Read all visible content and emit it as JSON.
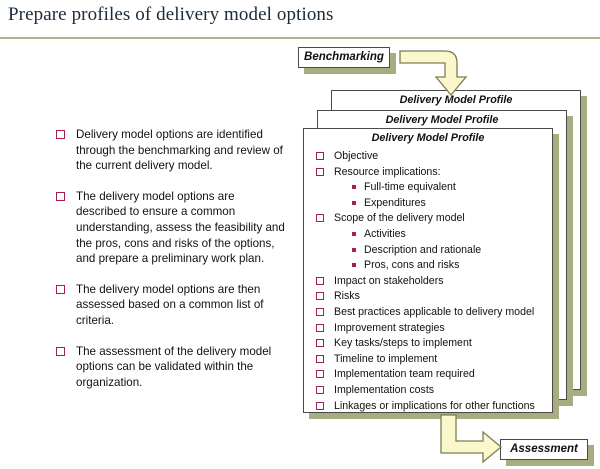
{
  "slide": {
    "title": "Prepare profiles of delivery model options"
  },
  "colors": {
    "bullet_crimson": "#a21f50",
    "shadow_olive": "#a9ac81",
    "arrow_fill": "#fbf8cd",
    "arrow_stroke": "#7d7d52",
    "rule": "#b3b38a",
    "card_border": "#4a4a4a",
    "title_text": "#1a2a3a"
  },
  "left_column": {
    "items": [
      "Delivery model options are identified through the benchmarking and review of the current delivery model.",
      "The delivery model options are described to ensure a common understanding, assess the feasibility and the pros, cons and risks of the options, and prepare a preliminary work plan.",
      "The delivery model options are then assessed based on a common list of criteria.",
      "The assessment of the delivery model options can be validated within the organization."
    ]
  },
  "diagram": {
    "benchmarking": {
      "label": "Benchmarking"
    },
    "assessment": {
      "label": "Assessment"
    },
    "profile_cards": {
      "title": "Delivery Model Profile",
      "stack_count": 3
    },
    "profile_items": [
      {
        "text": "Objective",
        "level": 1
      },
      {
        "text": "Resource implications:",
        "level": 1
      },
      {
        "text": "Full-time equivalent",
        "level": 2
      },
      {
        "text": "Expenditures",
        "level": 2
      },
      {
        "text": "Scope of the delivery model",
        "level": 1
      },
      {
        "text": "Activities",
        "level": 2
      },
      {
        "text": "Description and rationale",
        "level": 2
      },
      {
        "text": "Pros, cons and risks",
        "level": 2
      },
      {
        "text": "Impact on stakeholders",
        "level": 1
      },
      {
        "text": "Risks",
        "level": 1
      },
      {
        "text": "Best practices applicable to delivery model",
        "level": 1
      },
      {
        "text": "Improvement strategies",
        "level": 1
      },
      {
        "text": "Key tasks/steps to implement",
        "level": 1
      },
      {
        "text": "Timeline to implement",
        "level": 1
      },
      {
        "text": "Implementation team required",
        "level": 1
      },
      {
        "text": "Implementation costs",
        "level": 1
      },
      {
        "text": "Linkages or implications for other functions",
        "level": 1
      }
    ],
    "arrows": [
      {
        "name": "benchmarking-to-profile-arrow",
        "direction": "right-then-down"
      },
      {
        "name": "profile-to-assessment-arrow",
        "direction": "down-then-right"
      }
    ]
  }
}
